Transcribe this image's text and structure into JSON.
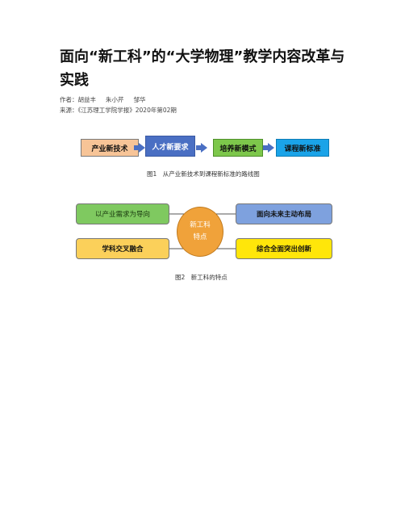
{
  "document": {
    "title": "面向“新工科”的“大学物理”教学内容改革与实践",
    "author_label": "作者：",
    "authors": [
      "胡益丰",
      "朱小芹",
      "邹华"
    ],
    "source_label": "来源：",
    "source": "《江苏理工学院学报》2020年第02期"
  },
  "figure1": {
    "steps": [
      "产业新技术",
      "人才新要求",
      "培养新模式",
      "课程新标准"
    ],
    "caption": "图1　从产业新技术到课程新标准的路线图"
  },
  "figure2": {
    "center": [
      "新工科",
      "特点"
    ],
    "left": [
      "以产业需求为导向",
      "学科交叉融合"
    ],
    "right": [
      "面向未来主动布局",
      "综合全面突出创新"
    ],
    "caption": "图2　新工科的特点"
  },
  "colors": {
    "step1": "#f7c497",
    "step2": "#4a6fc3",
    "step3": "#7dc74b",
    "step4": "#1aa3e8",
    "center": "#f0a23a",
    "left_top": "#7fc960",
    "left_bottom": "#fbd05a",
    "right_top": "#7ea1de",
    "right_bottom": "#ffe60a"
  }
}
